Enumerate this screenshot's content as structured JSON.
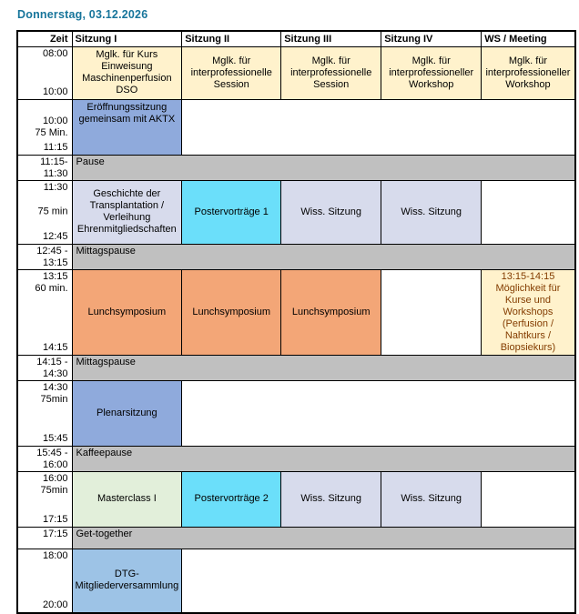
{
  "title": "Donnerstag, 03.12.2026",
  "colors": {
    "title_teal": "#17759B",
    "cream": "#FFF2CC",
    "blue": "#8FAADC",
    "lightblue": "#9DC3E6",
    "lavender": "#D7DBEC",
    "cyan": "#6BDFFA",
    "orange": "#F3A677",
    "green": "#E2EFDA",
    "pause_gray": "#C0C0C0",
    "ws_text": "#833C00",
    "border": "#000000"
  },
  "table": {
    "columns": [
      {
        "key": "zeit",
        "label": "Zeit",
        "width": 60
      },
      {
        "key": "sitzung1",
        "label": "Sitzung I",
        "width": 112
      },
      {
        "key": "sitzung2",
        "label": "Sitzung II",
        "width": 109
      },
      {
        "key": "sitzung3",
        "label": "Sitzung III",
        "width": 110
      },
      {
        "key": "sitzung4",
        "label": "Sitzung IV",
        "width": 110
      },
      {
        "key": "ws-meeting",
        "label": "WS / Meeting",
        "width": 103
      }
    ],
    "rows": [
      {
        "type": "session",
        "height": 58,
        "zeit": {
          "top": [
            "08:00"
          ],
          "bottom": [
            "10:00"
          ]
        },
        "cells": [
          {
            "span": 1,
            "bg": "cream",
            "text": "Mglk. für Kurs Einweisung Maschinenperfusion DSO"
          },
          {
            "span": 1,
            "bg": "cream",
            "text": "Mglk. für interprofessionelle Session"
          },
          {
            "span": 1,
            "bg": "cream",
            "text": "Mglk. für interprofessionelle Session"
          },
          {
            "span": 1,
            "bg": "cream",
            "text": "Mglk. für interprofessioneller Workshop"
          },
          {
            "span": 1,
            "bg": "cream",
            "text": "Mglk. für interprofessioneller Workshop"
          }
        ]
      },
      {
        "type": "session",
        "height": 61,
        "zeit": {
          "center": [
            "10:00",
            "75 Min."
          ],
          "bottom": [
            "11:15"
          ]
        },
        "cells": [
          {
            "span": 1,
            "bg": "blue",
            "valign": "top",
            "text": "Eröffnungssitzung gemeinsam mit AKTX"
          },
          {
            "span": 4,
            "bg": "none",
            "text": ""
          }
        ]
      },
      {
        "type": "pause",
        "height": 14,
        "zeit": "11:15-11:30",
        "label": "Pause"
      },
      {
        "type": "session",
        "height": 70,
        "zeit": {
          "top": [
            "11:30"
          ],
          "center": [
            "75 min"
          ],
          "bottom": [
            "12:45"
          ]
        },
        "cells": [
          {
            "span": 1,
            "bg": "lavender",
            "text": "Geschichte der Transplantation / Verleihung Ehrenmitgliedschaften"
          },
          {
            "span": 1,
            "bg": "cyan",
            "text": "Postervorträge 1"
          },
          {
            "span": 1,
            "bg": "lavender",
            "text": "Wiss. Sitzung"
          },
          {
            "span": 1,
            "bg": "lavender",
            "text": "Wiss. Sitzung"
          },
          {
            "span": 1,
            "bg": "none",
            "text": ""
          }
        ]
      },
      {
        "type": "pause",
        "height": 14,
        "zeit": "12:45 - 13:15",
        "label": "Mittagspause"
      },
      {
        "type": "session",
        "height": 62,
        "zeit": {
          "top": [
            "13:15",
            "60 min."
          ],
          "bottom": [
            "14:15"
          ]
        },
        "cells": [
          {
            "span": 1,
            "bg": "orange",
            "text": "Lunchsymposium"
          },
          {
            "span": 1,
            "bg": "orange",
            "text": "Lunchsymposium"
          },
          {
            "span": 1,
            "bg": "orange",
            "text": "Lunchsymposium"
          },
          {
            "span": 1,
            "bg": "none",
            "text": ""
          },
          {
            "span": 1,
            "bg": "cream",
            "textColor": "ws_text",
            "text": "13:15-14:15\nMöglichkeit für Kurse und Workshops (Perfusion / Nahtkurs / Biopsiekurs)"
          }
        ]
      },
      {
        "type": "pause",
        "height": 14,
        "zeit": "14:15 - 14:30",
        "label": "Mittagspause"
      },
      {
        "type": "session",
        "height": 72,
        "zeit": {
          "top": [
            "14:30",
            "75min"
          ],
          "bottom": [
            "15:45"
          ]
        },
        "cells": [
          {
            "span": 1,
            "bg": "blue",
            "text": "Plenarsitzung"
          },
          {
            "span": 4,
            "bg": "none",
            "text": ""
          }
        ]
      },
      {
        "type": "pause",
        "height": 14,
        "zeit": "15:45 - 16:00",
        "label": "Kaffeepause"
      },
      {
        "type": "session",
        "height": 61,
        "zeit": {
          "top": [
            "16:00",
            "75min"
          ],
          "bottom": [
            "17:15"
          ]
        },
        "cells": [
          {
            "span": 1,
            "bg": "green",
            "text": "Masterclass I"
          },
          {
            "span": 1,
            "bg": "cyan",
            "text": "Postervorträge 2"
          },
          {
            "span": 1,
            "bg": "lavender",
            "text": "Wiss. Sitzung"
          },
          {
            "span": 1,
            "bg": "lavender",
            "text": "Wiss. Sitzung"
          },
          {
            "span": 1,
            "bg": "none",
            "text": ""
          }
        ]
      },
      {
        "type": "pause",
        "height": 24,
        "zeit": "17:15",
        "label": "Get-together"
      },
      {
        "type": "session",
        "height": 71,
        "zeit": {
          "top": [
            "18:00"
          ],
          "bottom": [
            "20:00"
          ]
        },
        "cells": [
          {
            "span": 1,
            "bg": "lightblue",
            "text": "DTG-Mitgliederversammlung"
          },
          {
            "span": 4,
            "bg": "none",
            "text": ""
          }
        ]
      }
    ]
  }
}
